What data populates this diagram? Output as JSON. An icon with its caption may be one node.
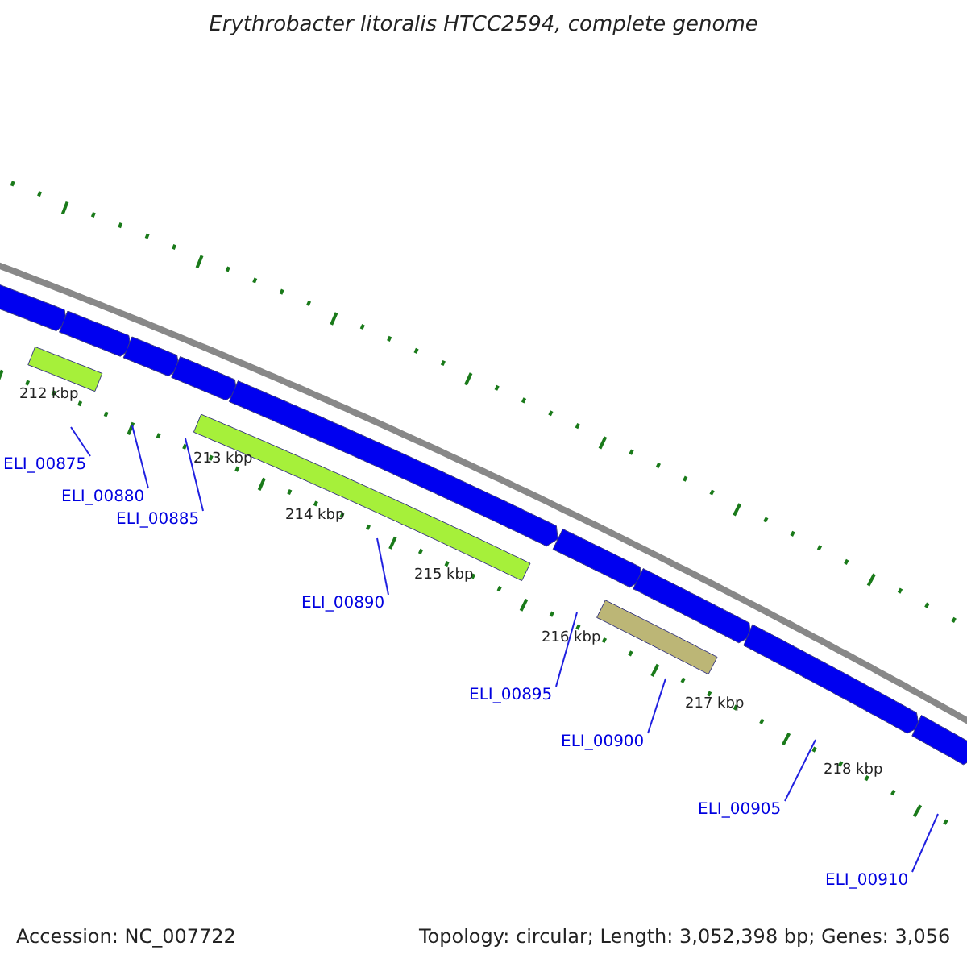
{
  "diagram": {
    "title": "Erythrobacter litoralis HTCC2594, complete genome",
    "nodes": [
      {
        "text": [
          "ELI_00875"
        ]
      },
      {
        "text": [
          "ELI_00880"
        ]
      },
      {
        "text": [
          "ELI_00885"
        ]
      },
      {
        "text": [
          "ELI_00890"
        ]
      },
      {
        "text": [
          "ELI_00895"
        ]
      },
      {
        "text": [
          "ELI_00900"
        ]
      },
      {
        "text": [
          "ELI_00905"
        ]
      },
      {
        "text": [
          "ELI_00910"
        ]
      }
    ],
    "edges": [
      {
        "from": 0,
        "to": null,
        "arrow": "none"
      },
      {
        "from": 1,
        "to": null,
        "arrow": "none"
      },
      {
        "from": 2,
        "to": null,
        "arrow": "none"
      },
      {
        "from": 3,
        "to": null,
        "arrow": "none"
      },
      {
        "from": 4,
        "to": null,
        "arrow": "none"
      },
      {
        "from": 5,
        "to": null,
        "arrow": "none"
      },
      {
        "from": 6,
        "to": null,
        "arrow": "none"
      },
      {
        "from": 7,
        "to": null,
        "arrow": "none"
      }
    ],
    "labels": [
      "212 kbp",
      "213 kbp",
      "214 kbp",
      "215 kbp",
      "216 kbp",
      "217 kbp",
      "218 kbp",
      "Accession: NC_007722",
      "Topology: circular; Length: 3,052,398 bp; Genes: 3,056"
    ]
  }
}
